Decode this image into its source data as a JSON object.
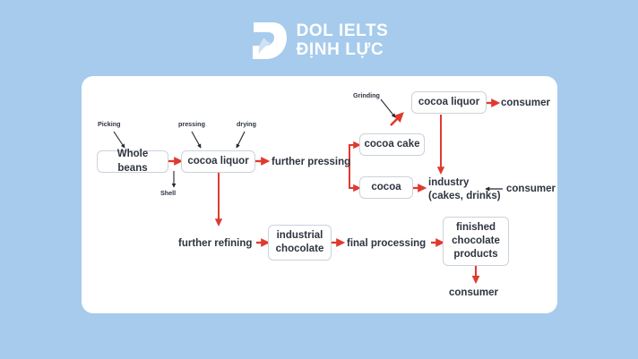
{
  "page": {
    "background_color": "#a6cbec",
    "card_color": "#ffffff",
    "accent_red": "#e03a2f",
    "text_color": "#2e3440",
    "box_border_color": "#ccd2da"
  },
  "logo": {
    "mark_name": "dol-leaf-mark",
    "line1": "DOL IELTS",
    "line2": "ĐỊNH LỰC"
  },
  "chart_data": {
    "type": "diagram",
    "title": "Chocolate production process flow chart",
    "nodes": [
      {
        "id": "whole-beans",
        "label": "Whole beans"
      },
      {
        "id": "cocoa-liquor-main",
        "label": "cocoa liquor"
      },
      {
        "id": "further-pressing",
        "label": "further pressing"
      },
      {
        "id": "cocoa-cake",
        "label": "cocoa  cake"
      },
      {
        "id": "cocoa",
        "label": "cocoa"
      },
      {
        "id": "cocoa-liquor-top",
        "label": "cocoa liquor"
      },
      {
        "id": "consumer-top",
        "label": "consumer"
      },
      {
        "id": "industry",
        "label": "industry\n(cakes, drinks)"
      },
      {
        "id": "industry-line1",
        "label": "industry"
      },
      {
        "id": "industry-line2",
        "label": "(cakes, drinks)"
      },
      {
        "id": "consumer-industry",
        "label": "consumer"
      },
      {
        "id": "further-refining",
        "label": "further refining"
      },
      {
        "id": "industrial-chocolate",
        "label": "industrial\nchocolate"
      },
      {
        "id": "final-processing",
        "label": "final processing"
      },
      {
        "id": "finished-products",
        "label": "finished\nchocolate\nproducts"
      },
      {
        "id": "consumer-bottom",
        "label": "consumer"
      },
      {
        "id": "shell",
        "label": "Shell"
      }
    ],
    "annotations": [
      {
        "id": "picking",
        "label": "Picking"
      },
      {
        "id": "pressing",
        "label": "pressing"
      },
      {
        "id": "drying",
        "label": "drying"
      },
      {
        "id": "grinding",
        "label": "Grinding"
      }
    ],
    "edges": [
      {
        "from": "whole-beans",
        "to": "cocoa-liquor-main",
        "color": "#e03a2f"
      },
      {
        "from": "whole-beans",
        "to": "shell",
        "color": "#222222"
      },
      {
        "from": "cocoa-liquor-main",
        "to": "further-pressing",
        "color": "#e03a2f"
      },
      {
        "from": "cocoa-liquor-main",
        "to": "further-refining",
        "color": "#e03a2f"
      },
      {
        "from": "further-pressing",
        "to": "cocoa-cake",
        "color": "#e03a2f"
      },
      {
        "from": "further-pressing",
        "to": "cocoa",
        "color": "#e03a2f"
      },
      {
        "from": "cocoa-cake",
        "to": "cocoa-liquor-top",
        "color": "#e03a2f"
      },
      {
        "from": "cocoa",
        "to": "industry",
        "color": "#e03a2f"
      },
      {
        "from": "cocoa-liquor-top",
        "to": "consumer-top",
        "color": "#e03a2f"
      },
      {
        "from": "cocoa-liquor-top",
        "to": "industry",
        "color": "#e03a2f"
      },
      {
        "from": "consumer-industry",
        "to": "industry",
        "color": "#222222"
      },
      {
        "from": "further-refining",
        "to": "industrial-chocolate",
        "color": "#e03a2f"
      },
      {
        "from": "industrial-chocolate",
        "to": "final-processing",
        "color": "#e03a2f"
      },
      {
        "from": "final-processing",
        "to": "finished-products",
        "color": "#e03a2f"
      },
      {
        "from": "finished-products",
        "to": "consumer-bottom",
        "color": "#e03a2f"
      }
    ]
  }
}
